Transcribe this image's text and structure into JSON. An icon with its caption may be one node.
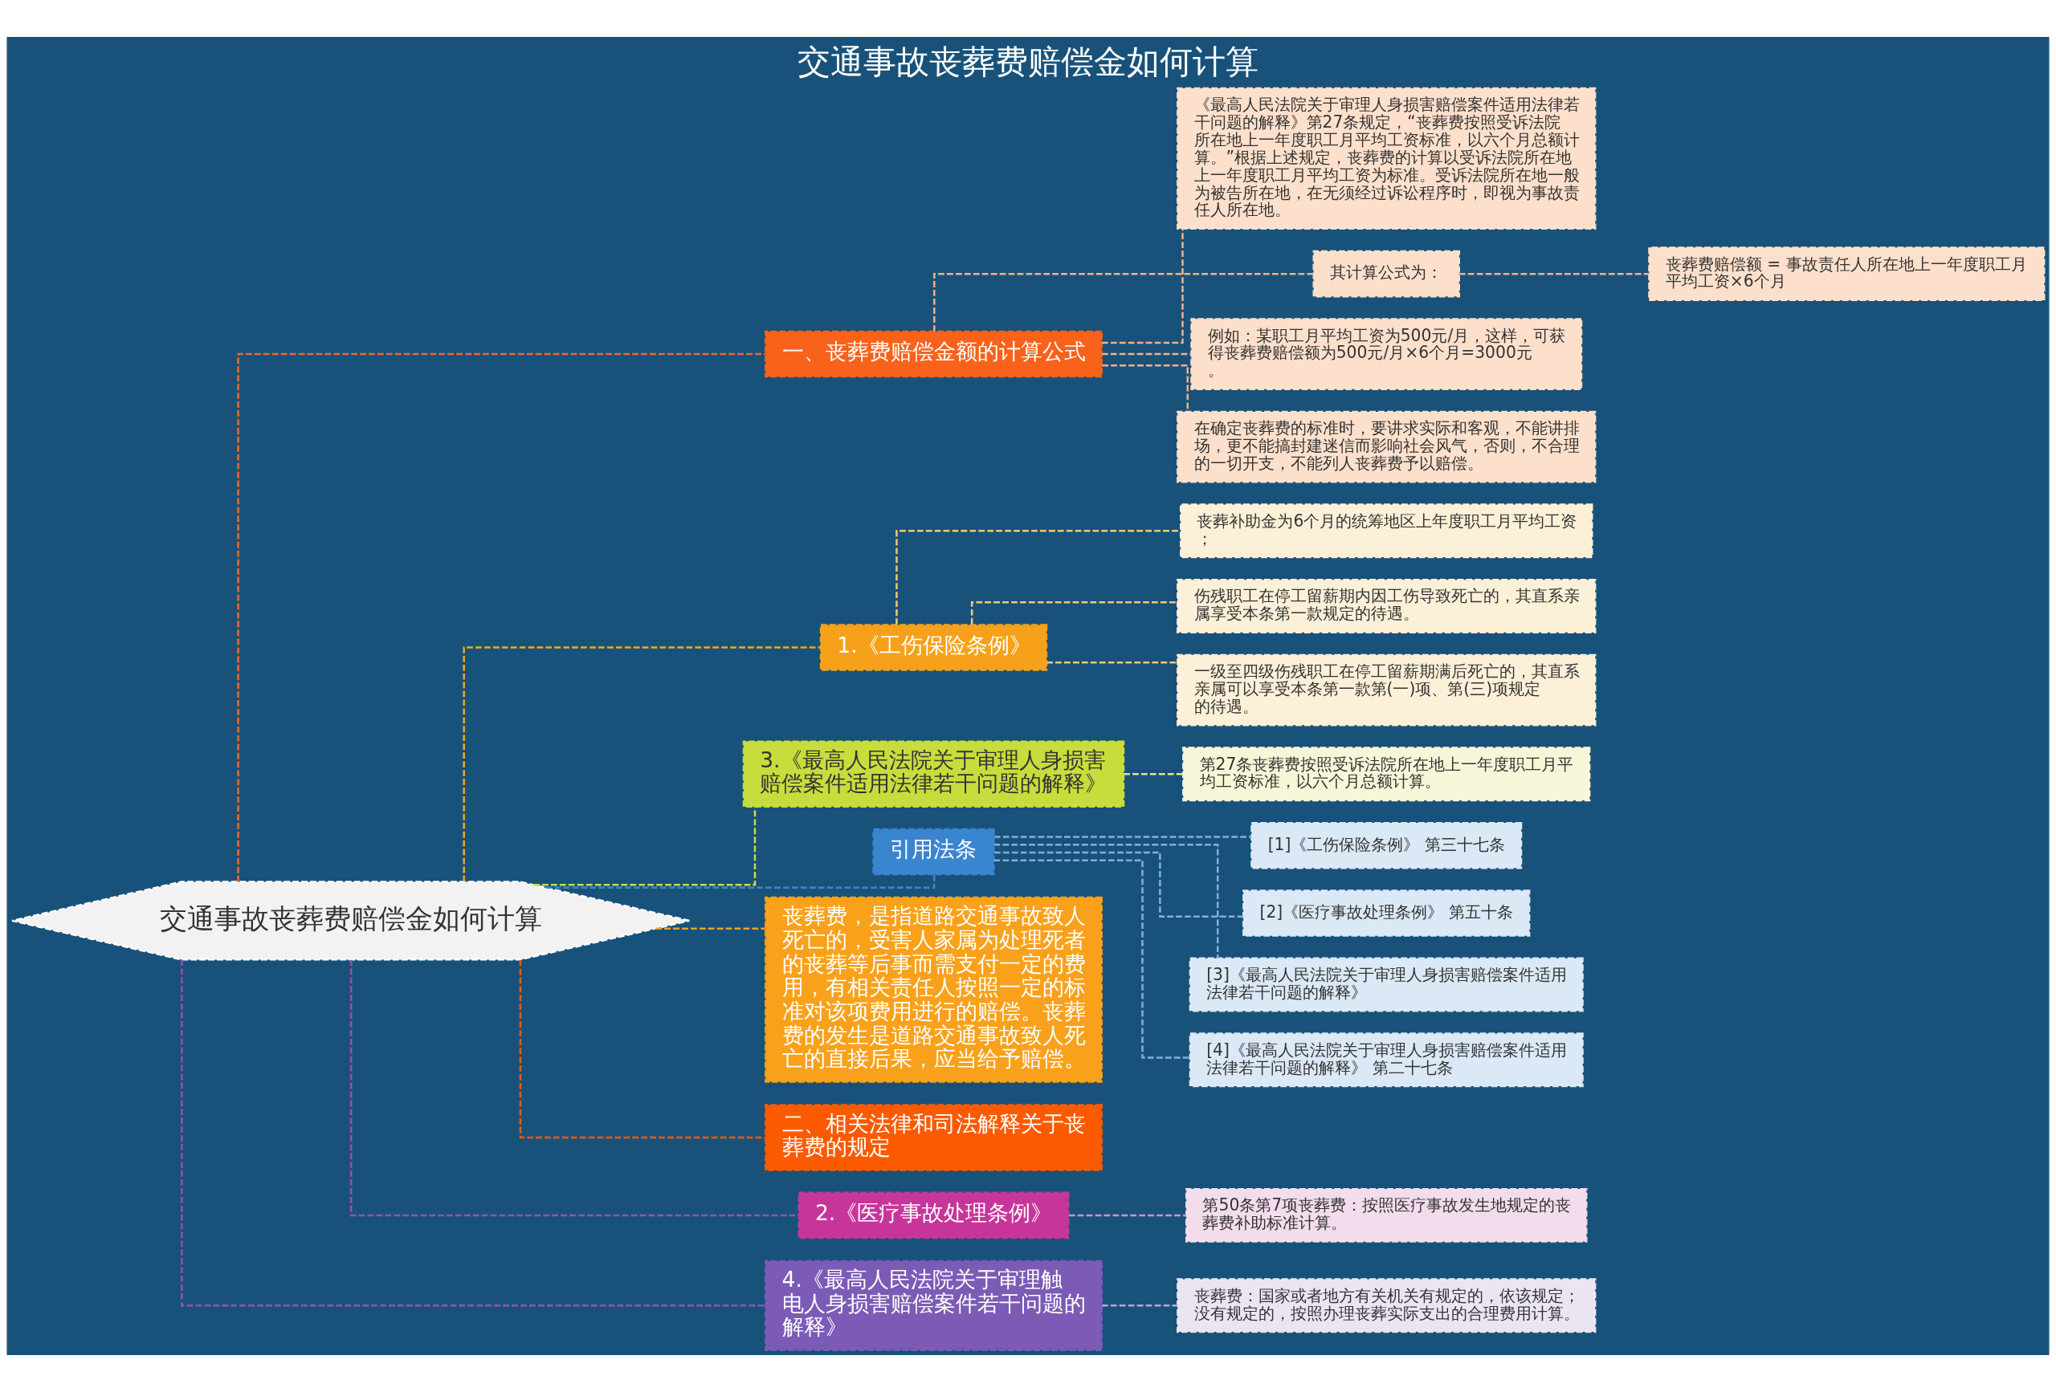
{
  "diagram": {
    "title": "交通事故丧葬费赔偿金如何计算",
    "nodes": [
      {
        "text": [
          "交通事故丧葬费赔偿金如何计算"
        ]
      },
      {
        "text": [
          "一、丧葬费赔偿金额的计算公式"
        ]
      },
      {
        "text": [
          "《最高人民法院关于审理人身损害赔偿案件适用法律若干问题的解释》第27条规定，“丧葬费按照受诉法院所在地上一年度职工月平均工资标准，以六个月总额计算。”根据上述规定，丧葬费的计算以受诉法院所在地上一年度职工月平均工资为标准。受诉法院所在地一般为被告所在地，在无须经过诉讼程序时，即视为事故责任人所在地。"
        ]
      },
      {
        "text": [
          "其计算公式为："
        ]
      },
      {
        "text": [
          "丧葬费赔偿额 = 事故责任人所在地上一年度职工月平均工资×6个月"
        ]
      },
      {
        "text": [
          "例如：某职工月平均工资为500元/月，这样，可获得丧葬费赔偿额为500元/月×6个月=3000元。"
        ]
      },
      {
        "text": [
          "在确定丧葬费的标准时，要讲求实际和客观，不能讲排场，更不能搞封建迷信而影响社会风气，否则，不合理的一切开支，不能列人丧葬费予以赔偿。"
        ]
      },
      {
        "text": [
          "1.《工伤保险条例》"
        ]
      },
      {
        "text": [
          "丧葬补助金为6个月的统筹地区上年度职工月平均工资；"
        ]
      },
      {
        "text": [
          "伤残职工在停工留薪期内因工伤导致死亡的，其直系亲属享受本条第一款规定的待遇。"
        ]
      },
      {
        "text": [
          "一级至四级伤残职工在停工留薪期满后死亡的，其直系亲属可以享受本条第一款第(一)项、第(三)项规定的待遇。"
        ]
      },
      {
        "text": [
          "3.《最高人民法院关于审理人身损害赔偿案件适用法律若干问题的解释》"
        ]
      },
      {
        "text": [
          "第27条丧葬费按照受诉法院所在地上一年度职工月平均工资标准，以六个月总额计算。"
        ]
      },
      {
        "text": [
          "引用法条"
        ]
      },
      {
        "text": [
          "[1]《工伤保险条例》 第三十七条"
        ]
      },
      {
        "text": [
          "[2]《医疗事故处理条例》 第五十条"
        ]
      },
      {
        "text": [
          "[3]《最高人民法院关于审理人身损害赔偿案件适用法律若干问题的解释》"
        ]
      },
      {
        "text": [
          "[4]《最高人民法院关于审理人身损害赔偿案件适用法律若干问题的解释》 第二十七条"
        ]
      },
      {
        "text": [
          "丧葬费，是指道路交通事故致人死亡的，受害人家属为处理死者的丧葬等后事而需支付一定的费用，有相关责任人按照一定的标准对该项费用进行的赔偿。丧葬费的发生是道路交通事故致人死亡的直接后果，应当给予赔偿。"
        ]
      },
      {
        "text": [
          "二、相关法律和司法解释关于丧葬费的规定"
        ]
      },
      {
        "text": [
          "2.《医疗事故处理条例》"
        ]
      },
      {
        "text": [
          "第50条第7项丧葬费：按照医疗事故发生地规定的丧葬费补助标准计算。"
        ]
      },
      {
        "text": [
          "4.《最高人民法院关于审理触电人身损害赔偿案件若干问题的解释》"
        ]
      },
      {
        "text": [
          "丧葬费：国家或者地方有关机关有规定的，依该规定；没有规定的，按照办理丧葬实际支出的合理费用计算。"
        ]
      }
    ],
    "edges": [
      {
        "from": 0,
        "to": 1,
        "arrow": "none",
        "style": "dashed",
        "color": "#f0682a"
      },
      {
        "from": 1,
        "to": 2,
        "arrow": "none",
        "style": "dashed",
        "color": "#f4b08a"
      },
      {
        "from": 1,
        "to": 3,
        "arrow": "none",
        "style": "dashed",
        "color": "#f4b08a"
      },
      {
        "from": 3,
        "to": 4,
        "arrow": "none",
        "style": "dashed",
        "color": "#f4b08a"
      },
      {
        "from": 1,
        "to": 5,
        "arrow": "none",
        "style": "dashed",
        "color": "#f4b08a"
      },
      {
        "from": 1,
        "to": 6,
        "arrow": "none",
        "style": "dashed",
        "color": "#f4b08a"
      },
      {
        "from": 0,
        "to": 7,
        "arrow": "none",
        "style": "dashed",
        "color": "#f4a62a"
      },
      {
        "from": 7,
        "to": 8,
        "arrow": "none",
        "style": "dashed",
        "color": "#f4c870"
      },
      {
        "from": 7,
        "to": 9,
        "arrow": "none",
        "style": "dashed",
        "color": "#f4c870"
      },
      {
        "from": 7,
        "to": 10,
        "arrow": "none",
        "style": "dashed",
        "color": "#f4c870"
      },
      {
        "from": 0,
        "to": 11,
        "arrow": "none",
        "style": "dashed",
        "color": "#c8dc3c"
      },
      {
        "from": 11,
        "to": 12,
        "arrow": "none",
        "style": "dashed",
        "color": "#dde88a"
      },
      {
        "from": 0,
        "to": 13,
        "arrow": "none",
        "style": "dashed",
        "color": "#3a85d0"
      },
      {
        "from": 13,
        "to": 14,
        "arrow": "none",
        "style": "dashed",
        "color": "#7fb0e0"
      },
      {
        "from": 13,
        "to": 15,
        "arrow": "none",
        "style": "dashed",
        "color": "#7fb0e0"
      },
      {
        "from": 13,
        "to": 16,
        "arrow": "none",
        "style": "dashed",
        "color": "#7fb0e0"
      },
      {
        "from": 13,
        "to": 17,
        "arrow": "none",
        "style": "dashed",
        "color": "#7fb0e0"
      },
      {
        "from": 0,
        "to": 18,
        "arrow": "none",
        "style": "dashed",
        "color": "#f9a11b"
      },
      {
        "from": 0,
        "to": 19,
        "arrow": "none",
        "style": "dashed",
        "color": "#fb5a00"
      },
      {
        "from": 0,
        "to": 20,
        "arrow": "none",
        "style": "dashed",
        "color": "#9a4fb0"
      },
      {
        "from": 20,
        "to": 21,
        "arrow": "none",
        "style": "dashed",
        "color": "#d690c0"
      },
      {
        "from": 0,
        "to": 22,
        "arrow": "none",
        "style": "dashed",
        "color": "#9a4fb0"
      },
      {
        "from": 22,
        "to": 23,
        "arrow": "none",
        "style": "dashed",
        "color": "#b8a4d8"
      }
    ]
  }
}
